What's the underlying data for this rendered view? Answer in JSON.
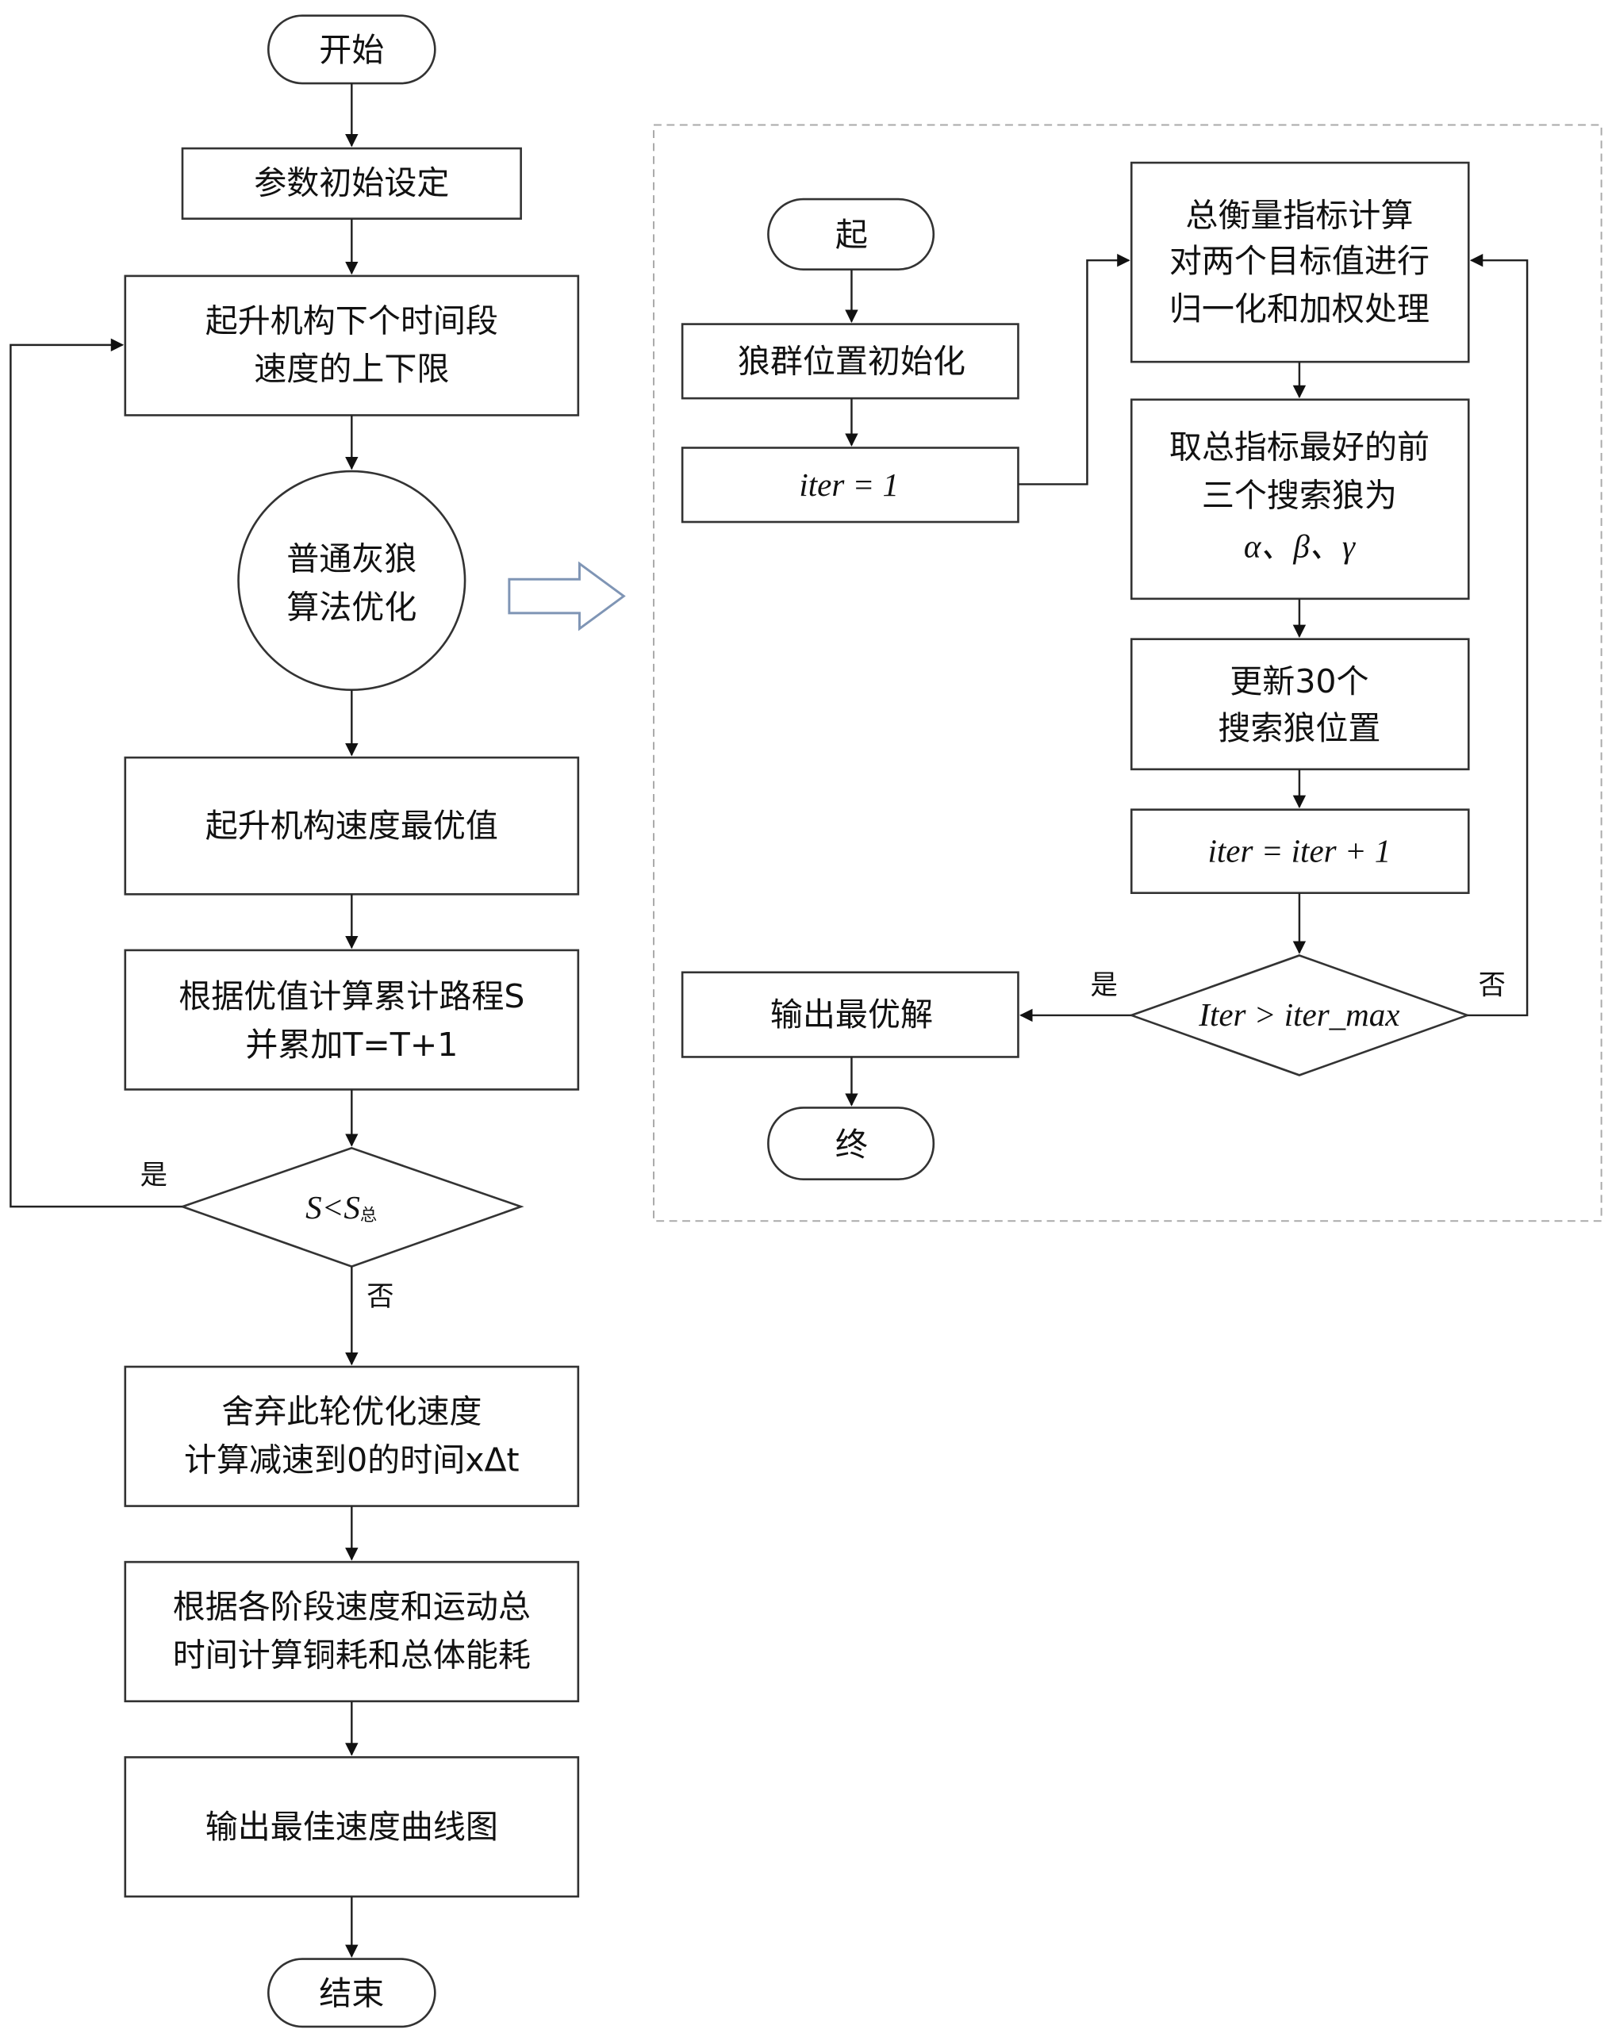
{
  "left_flow": {
    "start": "开始",
    "param_init": "参数初始设定",
    "speed_limits": [
      "起升机构下个时间段",
      "速度的上下限"
    ],
    "gwo": [
      "普通灰狼",
      "算法优化"
    ],
    "optimal_speed": "起升机构速度最优值",
    "accumulate": [
      "根据优值计算累计路程S",
      "并累加T=T+1"
    ],
    "decision": {
      "text": "S<S",
      "subscript": "总"
    },
    "yes_label": "是",
    "no_label": "否",
    "discard": [
      "舍弃此轮优化速度",
      "计算减速到0的时间xΔt"
    ],
    "energy": [
      "根据各阶段速度和运动总",
      "时间计算铜耗和总体能耗"
    ],
    "output_curve": "输出最佳速度曲线图",
    "end": "结束"
  },
  "right_flow": {
    "start": "起",
    "wolf_init": "狼群位置初始化",
    "iter_init": "iter = 1",
    "metric_calc": [
      "总衡量指标计算",
      "对两个目标值进行",
      "归一化和加权处理"
    ],
    "select_top": [
      "取总指标最好的前",
      "三个搜索狼为",
      "α、β、γ"
    ],
    "update": [
      "更新30个",
      "搜索狼位置"
    ],
    "iter_inc": "iter = iter + 1",
    "decision": "Iter > iter_max",
    "yes_label": "是",
    "no_label": "否",
    "output": "输出最优解",
    "end": "终"
  }
}
